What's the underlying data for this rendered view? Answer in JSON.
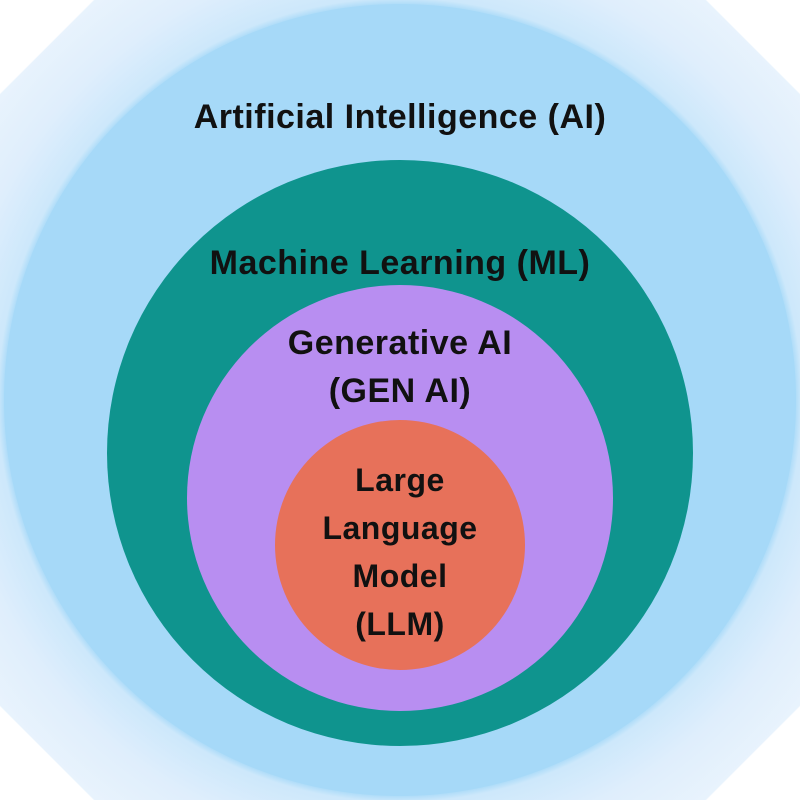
{
  "diagram": {
    "type": "nested-circles",
    "background": "#ffffff",
    "glow_color": "#dfeefc",
    "text_color": "#111111"
  },
  "circles": {
    "ai": {
      "label": "Artificial Intelligence (AI)",
      "color": "#a6d9f8"
    },
    "ml": {
      "label": "Machine Learning (ML)",
      "color": "#0f948e"
    },
    "genai": {
      "line1": "Generative AI",
      "line2": "(GEN AI)",
      "color": "#b88ef1"
    },
    "llm": {
      "line1": "Large",
      "line2": "Language",
      "line3": "Model",
      "line4": "(LLM)",
      "color": "#e7715a"
    }
  }
}
